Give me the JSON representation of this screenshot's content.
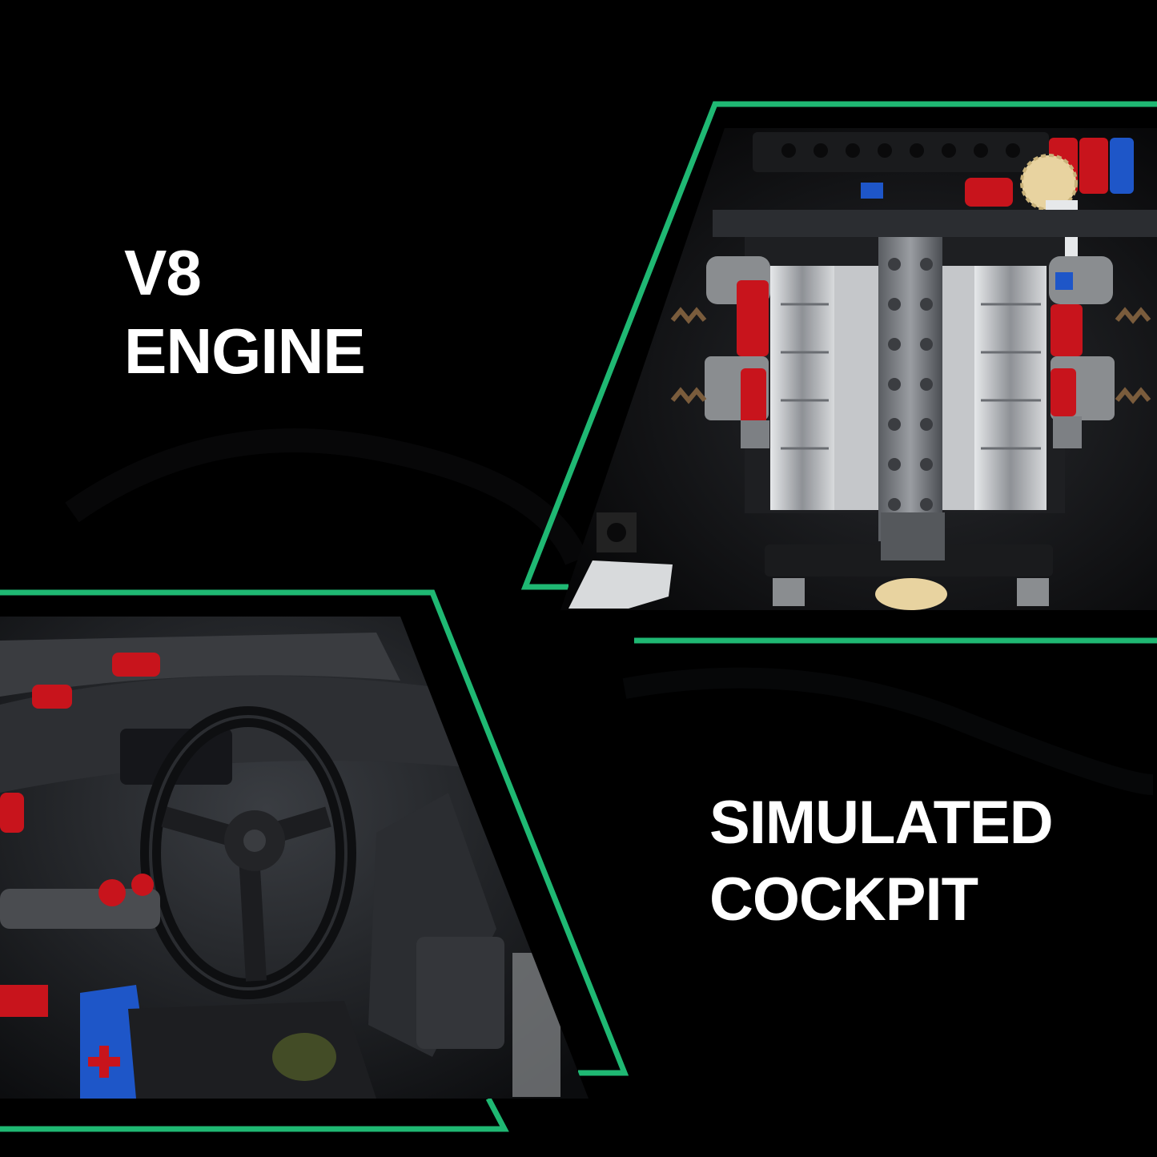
{
  "features": [
    {
      "id": "engine",
      "heading_lines": [
        "V8",
        "ENGINE"
      ],
      "photo_subject": "engine-block"
    },
    {
      "id": "cockpit",
      "heading_lines": [
        "SIMULATED",
        "COCKPIT"
      ],
      "photo_subject": "cockpit-steering-wheel"
    }
  ],
  "colors": {
    "background": "#000000",
    "frame_accent": "#1fb873",
    "text": "#ffffff",
    "part_red": "#c8141c",
    "part_grey": "#8a8d90",
    "part_dark": "#1a1b1d",
    "part_tan": "#e8d3a0",
    "part_blue": "#1e56c8"
  }
}
